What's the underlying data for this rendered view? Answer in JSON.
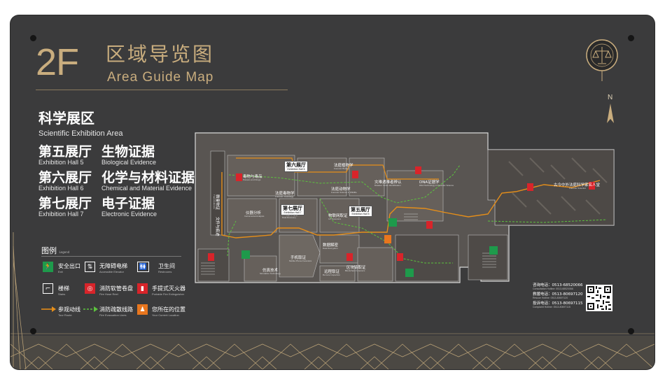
{
  "header": {
    "floor": "2F",
    "title_cn": "区域导览图",
    "title_en": "Area Guide Map"
  },
  "compass": {
    "label": "N"
  },
  "zones": {
    "main_cn": "科学展区",
    "main_en": "Scientific Exhibition Area",
    "halls": [
      {
        "hall_cn": "第五展厅",
        "hall_en": "Exhibition Hall 5",
        "topic_cn": "生物证据",
        "topic_en": "Biological Evidence"
      },
      {
        "hall_cn": "第六展厅",
        "hall_en": "Exhibition Hall 6",
        "topic_cn": "化学与材料证据",
        "topic_en": "Chemical and Material Evidence"
      },
      {
        "hall_cn": "第七展厅",
        "hall_en": "Exhibition Hall 7",
        "topic_cn": "电子证据",
        "topic_en": "Electronic Evidence"
      }
    ]
  },
  "legend": {
    "title_cn": "图例",
    "title_en": "Legend",
    "items": [
      {
        "cn": "安全出口",
        "en": "Exit",
        "icon": "exit-icon"
      },
      {
        "cn": "无障碍电梯",
        "en": "Accessible Elevator",
        "icon": "elevator-icon"
      },
      {
        "cn": "卫生间",
        "en": "Restrooms",
        "icon": "restroom-icon"
      },
      {
        "cn": "楼梯",
        "en": "Stairs",
        "icon": "stairs-icon"
      },
      {
        "cn": "消防软管卷盘",
        "en": "Fire Hose Reel",
        "icon": "fire-hose-icon"
      },
      {
        "cn": "手提式灭火器",
        "en": "Portable Fire Extinguisher",
        "icon": "extinguisher-icon"
      },
      {
        "cn": "参观动线",
        "en": "Tour Route",
        "icon": "tour-route-icon"
      },
      {
        "cn": "消防疏散线路",
        "en": "Fire Evacuation Lines",
        "icon": "evacuation-line-icon"
      },
      {
        "cn": "您所在的位置",
        "en": "Your Current Location",
        "icon": "you-are-here-icon"
      }
    ]
  },
  "map": {
    "hall_tags": [
      {
        "cn": "第六展厅",
        "en": "Exhibition Hall 6"
      },
      {
        "cn": "第七展厅",
        "en": "Exhibition Hall 7"
      },
      {
        "cn": "第五展厅",
        "en": "Exhibition Hall 5"
      }
    ],
    "rooms": [
      {
        "cn": "毒物与毒品",
        "en": "Poisons and Drugs"
      },
      {
        "cn": "法庭毒物学",
        "en": "Forensic Toxicology"
      },
      {
        "cn": "法庭植物学",
        "en": "Forensic Botany"
      },
      {
        "cn": "法庭动物学",
        "en": "Forensic Science in Wildlife Investigation"
      },
      {
        "cn": "灾难遇难者辨认",
        "en": "Disaster Victim Identification"
      },
      {
        "cn": "DNA证据学",
        "en": "DNA Technology in Forensic Science"
      },
      {
        "cn": "仪器分析",
        "en": "Instrumental Analysis"
      },
      {
        "cn": "数据恢复",
        "en": "Data Recovery"
      },
      {
        "cn": "物联网取证",
        "en": "IoT Forensics"
      },
      {
        "cn": "数据解密",
        "en": "Data Decryption"
      },
      {
        "cn": "手机取证",
        "en": "Mobile Phone Forensics"
      },
      {
        "cn": "仿真技术",
        "en": "Simulation Technology"
      },
      {
        "cn": "远程取证",
        "en": "Remote Inspection"
      },
      {
        "cn": "区块链取证",
        "en": "Blockchain Forensics"
      },
      {
        "cn": "古今中外法庭科学家名人堂",
        "en": "Forensic Scientist"
      },
      {
        "cn": "微量物证",
        "en": "Trace Evidence"
      },
      {
        "cn": "文件与痕迹",
        "en": ""
      }
    ]
  },
  "contacts": [
    {
      "cn": "咨询电话：",
      "number": "0513-68520066",
      "en": "Consultation Hotline: 0513-68520066"
    },
    {
      "cn": "救援电话：",
      "number": "0513-80697120",
      "en": "Rescue Hotline: 0513-80697120"
    },
    {
      "cn": "投诉电话：",
      "number": "0513-80697115",
      "en": "Complaint Hotline: 0513-80697115"
    }
  ],
  "colors": {
    "board": "#3b3b3c",
    "gold": "#c9ad7e",
    "map_floor": "#595552",
    "tour_route": "#e58e1a",
    "evacuation": "#5cc23e",
    "fire": "#d8242a",
    "exit": "#1e9a4b",
    "you_are_here": "#e8761e"
  }
}
